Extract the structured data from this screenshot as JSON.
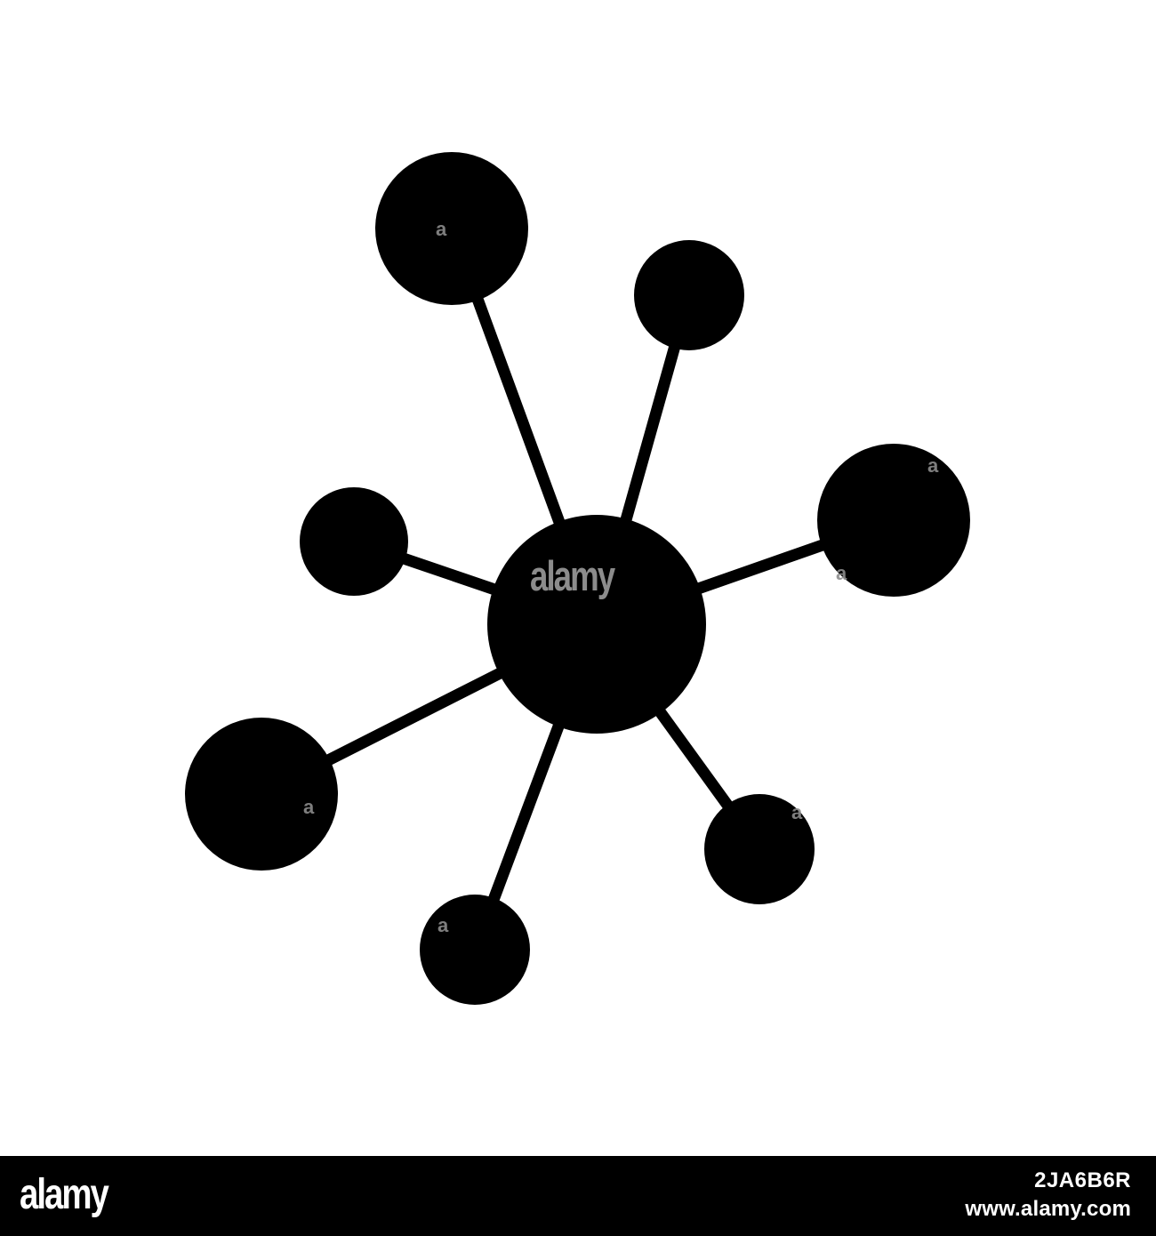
{
  "watermark": {
    "center_text": "alamy",
    "small_mark": "a"
  },
  "footer": {
    "logo": "alamy",
    "image_id": "2JA6B6R",
    "site": "www.alamy.com"
  },
  "colors": {
    "figure": "#000000",
    "background": "#ffffff",
    "watermark": "#8c8c8c",
    "footer_background": "#000000",
    "footer_text": "#ffffff"
  },
  "icon": {
    "name": "network-molecule-icon"
  }
}
